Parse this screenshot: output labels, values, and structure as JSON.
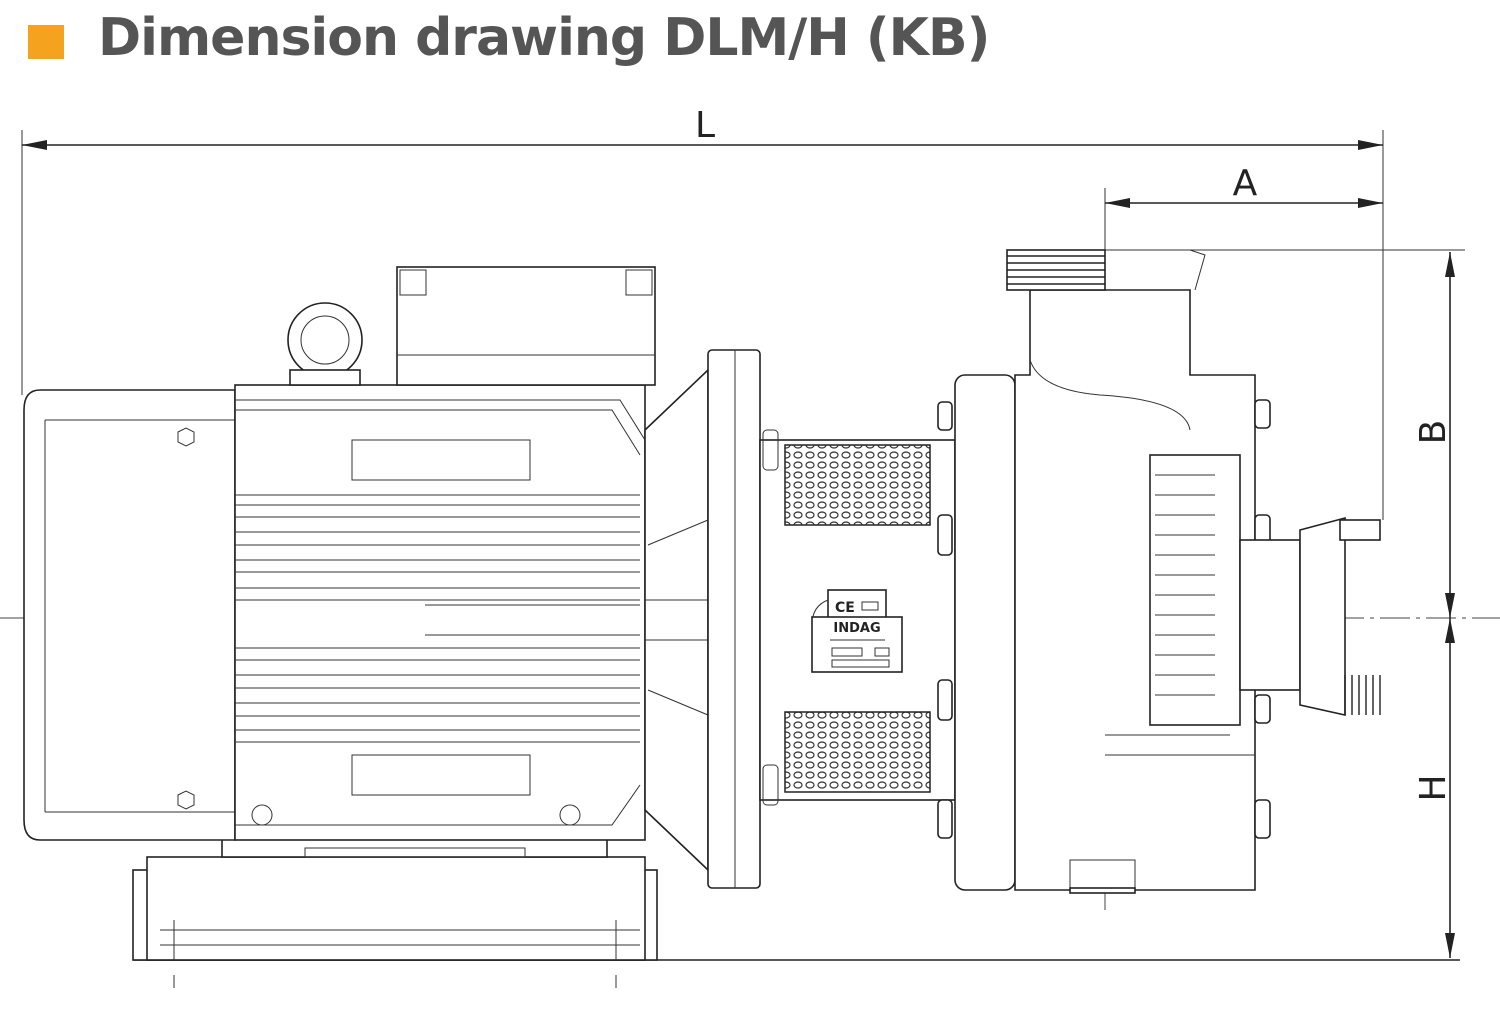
{
  "header": {
    "title": "Dimension drawing DLM/H (KB)",
    "accent_color": "#F5A21E"
  },
  "dimensions": {
    "length_label": "L",
    "a_label": "A",
    "b_label": "B",
    "h_label": "H"
  },
  "nameplate": {
    "ce_mark": "CE",
    "brand": "INDAG"
  }
}
